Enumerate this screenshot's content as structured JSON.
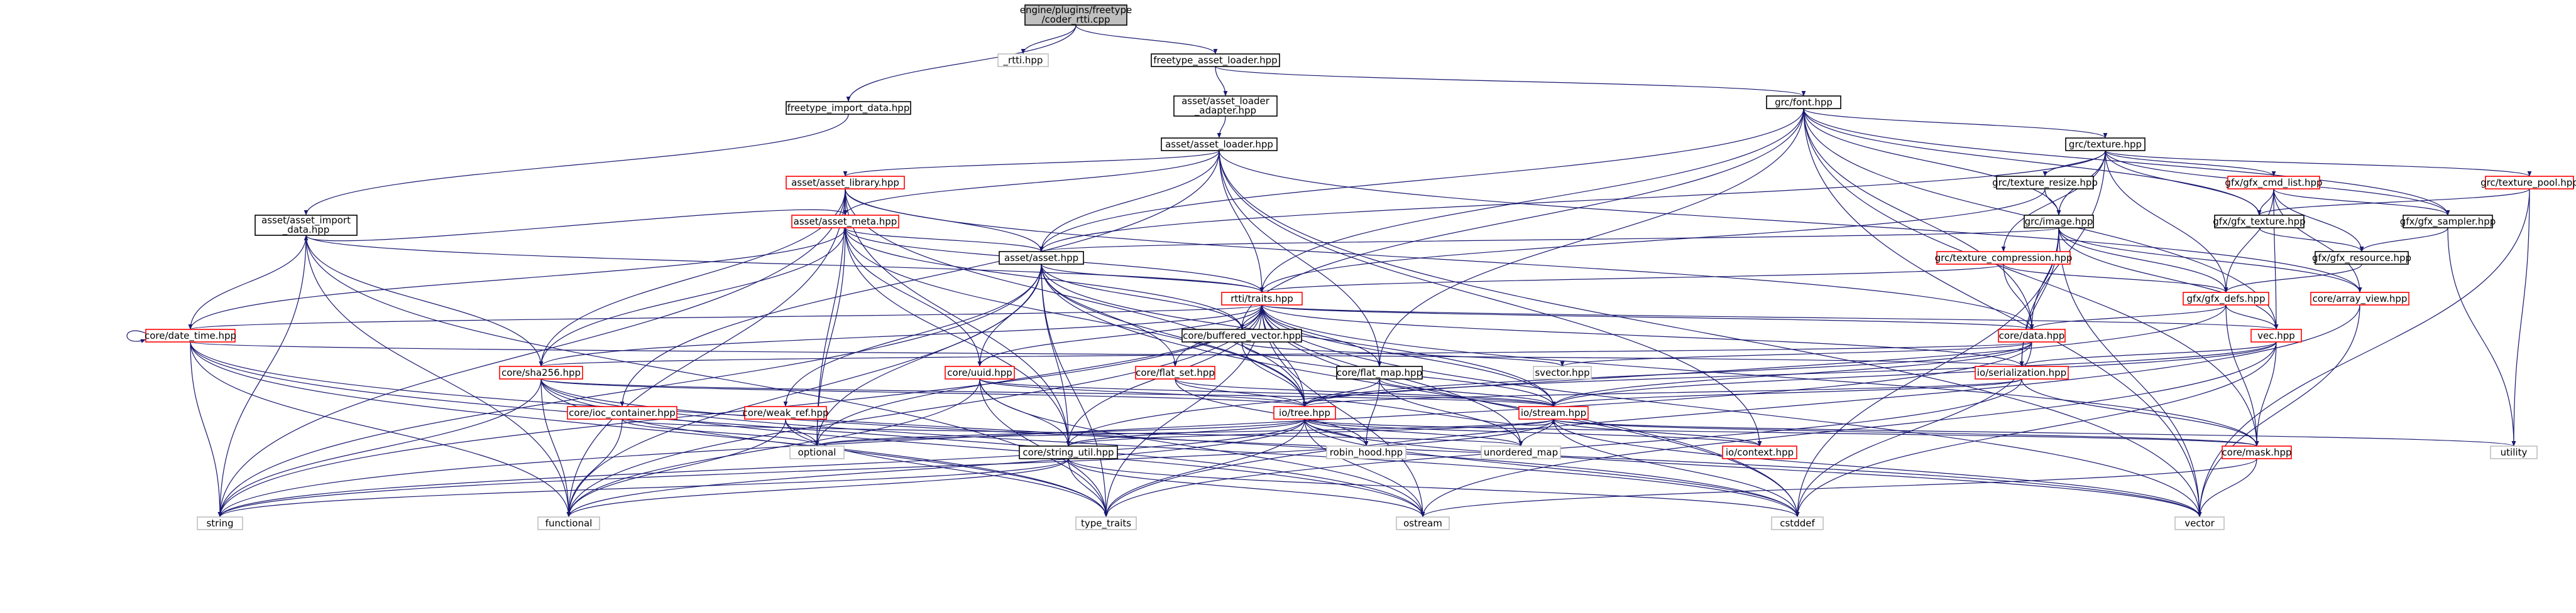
{
  "colors": {
    "edge": "#191970",
    "node_fill": "#ffffff",
    "node_border_black": "#000000",
    "node_border_red": "#ff0000",
    "node_border_gray": "#bfbfbf",
    "root_fill": "#bfbfbf",
    "root_border": "#000000"
  },
  "nodes": [
    {
      "id": "root",
      "label": "engine/plugins/freetype\n/coder_rtti.cpp",
      "style": "root"
    },
    {
      "id": "rtti_hpp",
      "label": "_rtti.hpp",
      "style": "gray"
    },
    {
      "id": "ft_loader",
      "label": "freetype_asset_loader.hpp",
      "style": "black"
    },
    {
      "id": "ft_import",
      "label": "freetype_import_data.hpp",
      "style": "black"
    },
    {
      "id": "aal_adapter",
      "label": "asset/asset_loader\n_adapter.hpp",
      "style": "black"
    },
    {
      "id": "font",
      "label": "grc/font.hpp",
      "style": "black"
    },
    {
      "id": "asset_loader",
      "label": "asset/asset_loader.hpp",
      "style": "black"
    },
    {
      "id": "texture",
      "label": "grc/texture.hpp",
      "style": "black"
    },
    {
      "id": "asset_library",
      "label": "asset/asset_library.hpp",
      "style": "red"
    },
    {
      "id": "texture_resize",
      "label": "grc/texture_resize.hpp",
      "style": "black"
    },
    {
      "id": "gfx_cmd_list",
      "label": "gfx/gfx_cmd_list.hpp",
      "style": "red"
    },
    {
      "id": "texture_pool",
      "label": "grc/texture_pool.hpp",
      "style": "red"
    },
    {
      "id": "asset_meta",
      "label": "asset/asset_meta.hpp",
      "style": "red"
    },
    {
      "id": "image",
      "label": "grc/image.hpp",
      "style": "black"
    },
    {
      "id": "gfx_texture",
      "label": "gfx/gfx_texture.hpp",
      "style": "black"
    },
    {
      "id": "gfx_sampler",
      "label": "gfx/gfx_sampler.hpp",
      "style": "black"
    },
    {
      "id": "asset_import_data",
      "label": "asset/asset_import\n_data.hpp",
      "style": "black"
    },
    {
      "id": "asset_hpp",
      "label": "asset/asset.hpp",
      "style": "black"
    },
    {
      "id": "texture_compression",
      "label": "grc/texture_compression.hpp",
      "style": "red"
    },
    {
      "id": "gfx_resource",
      "label": "gfx/gfx_resource.hpp",
      "style": "black"
    },
    {
      "id": "rtti_traits",
      "label": "rtti/traits.hpp",
      "style": "red"
    },
    {
      "id": "gfx_defs",
      "label": "gfx/gfx_defs.hpp",
      "style": "red"
    },
    {
      "id": "array_view",
      "label": "core/array_view.hpp",
      "style": "red"
    },
    {
      "id": "date_time",
      "label": "core/date_time.hpp",
      "style": "red"
    },
    {
      "id": "buffered_vector",
      "label": "core/buffered_vector.hpp",
      "style": "black"
    },
    {
      "id": "core_data",
      "label": "core/data.hpp",
      "style": "red"
    },
    {
      "id": "vec",
      "label": "vec.hpp",
      "style": "red"
    },
    {
      "id": "svector",
      "label": "svector.hpp",
      "style": "gray"
    },
    {
      "id": "sha256",
      "label": "core/sha256.hpp",
      "style": "red"
    },
    {
      "id": "uuid",
      "label": "core/uuid.hpp",
      "style": "red"
    },
    {
      "id": "flat_map",
      "label": "core/flat_map.hpp",
      "style": "black"
    },
    {
      "id": "serialization",
      "label": "io/serialization.hpp",
      "style": "red"
    },
    {
      "id": "flat_set",
      "label": "core/flat_set.hpp",
      "style": "red"
    },
    {
      "id": "ioc_container",
      "label": "core/ioc_container.hpp",
      "style": "red"
    },
    {
      "id": "weak_ref",
      "label": "core/weak_ref.hpp",
      "style": "red"
    },
    {
      "id": "io_tree",
      "label": "io/tree.hpp",
      "style": "red"
    },
    {
      "id": "io_stream",
      "label": "io/stream.hpp",
      "style": "red"
    },
    {
      "id": "optional",
      "label": "optional",
      "style": "gray"
    },
    {
      "id": "unordered_map",
      "label": "unordered_map",
      "style": "gray"
    },
    {
      "id": "io_context",
      "label": "io/context.hpp",
      "style": "red"
    },
    {
      "id": "core_mask",
      "label": "core/mask.hpp",
      "style": "red"
    },
    {
      "id": "utility",
      "label": "utility",
      "style": "gray"
    },
    {
      "id": "string_util",
      "label": "core/string_util.hpp",
      "style": "black"
    },
    {
      "id": "robin_hood",
      "label": "robin_hood.hpp",
      "style": "gray"
    },
    {
      "id": "string",
      "label": "string",
      "style": "gray"
    },
    {
      "id": "functional",
      "label": "functional",
      "style": "gray"
    },
    {
      "id": "type_traits",
      "label": "type_traits",
      "style": "gray"
    },
    {
      "id": "ostream",
      "label": "ostream",
      "style": "gray"
    },
    {
      "id": "cstddef",
      "label": "cstddef",
      "style": "gray"
    },
    {
      "id": "vector",
      "label": "vector",
      "style": "gray"
    }
  ],
  "edges": [
    [
      "root",
      "rtti_hpp"
    ],
    [
      "root",
      "ft_loader"
    ],
    [
      "root",
      "ft_import"
    ],
    [
      "ft_loader",
      "aal_adapter"
    ],
    [
      "ft_loader",
      "font"
    ],
    [
      "ft_import",
      "asset_import_data"
    ],
    [
      "aal_adapter",
      "asset_loader"
    ],
    [
      "font",
      "texture"
    ],
    [
      "font",
      "asset_hpp"
    ],
    [
      "font",
      "image"
    ],
    [
      "font",
      "gfx_texture"
    ],
    [
      "font",
      "gfx_sampler"
    ],
    [
      "font",
      "core_data"
    ],
    [
      "font",
      "buffered_vector"
    ],
    [
      "font",
      "flat_map"
    ],
    [
      "font",
      "vec"
    ],
    [
      "font",
      "core_mask"
    ],
    [
      "font",
      "vector"
    ],
    [
      "font",
      "rtti_traits"
    ],
    [
      "asset_loader",
      "asset_library"
    ],
    [
      "asset_loader",
      "asset_meta"
    ],
    [
      "asset_loader",
      "asset_hpp"
    ],
    [
      "asset_loader",
      "rtti_traits"
    ],
    [
      "asset_loader",
      "flat_map"
    ],
    [
      "asset_loader",
      "io_context"
    ],
    [
      "asset_loader",
      "array_view"
    ],
    [
      "asset_loader",
      "ioc_container"
    ],
    [
      "asset_loader",
      "vector"
    ],
    [
      "texture",
      "texture_resize"
    ],
    [
      "texture",
      "gfx_cmd_list"
    ],
    [
      "texture",
      "texture_pool"
    ],
    [
      "texture",
      "image"
    ],
    [
      "texture",
      "gfx_texture"
    ],
    [
      "texture",
      "gfx_sampler"
    ],
    [
      "texture",
      "texture_compression"
    ],
    [
      "texture",
      "asset_hpp"
    ],
    [
      "texture",
      "gfx_defs"
    ],
    [
      "texture",
      "serialization"
    ],
    [
      "asset_library",
      "asset_meta"
    ],
    [
      "asset_library",
      "asset_hpp"
    ],
    [
      "asset_library",
      "core_data"
    ],
    [
      "asset_library",
      "string"
    ],
    [
      "asset_library",
      "optional"
    ],
    [
      "asset_library",
      "io_tree"
    ],
    [
      "asset_library",
      "string_util"
    ],
    [
      "asset_library",
      "functional"
    ],
    [
      "asset_library",
      "sha256"
    ],
    [
      "texture_resize",
      "image"
    ],
    [
      "texture_resize",
      "rtti_traits"
    ],
    [
      "gfx_cmd_list",
      "gfx_texture"
    ],
    [
      "gfx_cmd_list",
      "gfx_sampler"
    ],
    [
      "gfx_cmd_list",
      "gfx_resource"
    ],
    [
      "gfx_cmd_list",
      "gfx_defs"
    ],
    [
      "gfx_cmd_list",
      "array_view"
    ],
    [
      "gfx_cmd_list",
      "vec"
    ],
    [
      "texture_pool",
      "gfx_texture"
    ],
    [
      "texture_pool",
      "utility"
    ],
    [
      "texture_pool",
      "vector"
    ],
    [
      "asset_meta",
      "asset_import_data"
    ],
    [
      "asset_meta",
      "asset_hpp"
    ],
    [
      "asset_meta",
      "date_time"
    ],
    [
      "asset_meta",
      "sha256"
    ],
    [
      "asset_meta",
      "uuid"
    ],
    [
      "asset_meta",
      "optional"
    ],
    [
      "asset_meta",
      "rtti_traits"
    ],
    [
      "asset_meta",
      "string_util"
    ],
    [
      "asset_meta",
      "io_tree"
    ],
    [
      "asset_meta",
      "buffered_vector"
    ],
    [
      "image",
      "asset_hpp"
    ],
    [
      "image",
      "core_data"
    ],
    [
      "image",
      "vec"
    ],
    [
      "image",
      "serialization"
    ],
    [
      "image",
      "array_view"
    ],
    [
      "image",
      "gfx_defs"
    ],
    [
      "image",
      "vector"
    ],
    [
      "image",
      "cstddef"
    ],
    [
      "gfx_texture",
      "gfx_resource"
    ],
    [
      "gfx_sampler",
      "gfx_resource"
    ],
    [
      "gfx_sampler",
      "utility"
    ],
    [
      "gfx_resource",
      "gfx_defs"
    ],
    [
      "asset_import_data",
      "date_time"
    ],
    [
      "asset_import_data",
      "sha256"
    ],
    [
      "asset_import_data",
      "rtti_traits"
    ],
    [
      "asset_import_data",
      "string"
    ],
    [
      "asset_import_data",
      "functional"
    ],
    [
      "asset_import_data",
      "type_traits"
    ],
    [
      "asset_hpp",
      "rtti_traits"
    ],
    [
      "asset_hpp",
      "uuid"
    ],
    [
      "asset_hpp",
      "buffered_vector"
    ],
    [
      "asset_hpp",
      "flat_set"
    ],
    [
      "asset_hpp",
      "weak_ref"
    ],
    [
      "asset_hpp",
      "string_util"
    ],
    [
      "asset_hpp",
      "optional"
    ],
    [
      "asset_hpp",
      "io_tree"
    ],
    [
      "asset_hpp",
      "io_stream"
    ],
    [
      "asset_hpp",
      "cstddef"
    ],
    [
      "asset_hpp",
      "string"
    ],
    [
      "asset_hpp",
      "functional"
    ],
    [
      "asset_hpp",
      "type_traits"
    ],
    [
      "texture_compression",
      "core_data"
    ],
    [
      "texture_compression",
      "gfx_defs"
    ],
    [
      "texture_compression",
      "rtti_traits"
    ],
    [
      "rtti_traits",
      "core_data"
    ],
    [
      "rtti_traits",
      "vec"
    ],
    [
      "rtti_traits",
      "sha256"
    ],
    [
      "rtti_traits",
      "uuid"
    ],
    [
      "rtti_traits",
      "flat_map"
    ],
    [
      "rtti_traits",
      "flat_set"
    ],
    [
      "rtti_traits",
      "buffered_vector"
    ],
    [
      "rtti_traits",
      "io_tree"
    ],
    [
      "rtti_traits",
      "io_stream"
    ],
    [
      "rtti_traits",
      "core_mask"
    ],
    [
      "rtti_traits",
      "string"
    ],
    [
      "rtti_traits",
      "optional"
    ],
    [
      "rtti_traits",
      "unordered_map"
    ],
    [
      "rtti_traits",
      "type_traits"
    ],
    [
      "rtti_traits",
      "ostream"
    ],
    [
      "rtti_traits",
      "vector"
    ],
    [
      "rtti_traits",
      "cstddef"
    ],
    [
      "rtti_traits",
      "date_time"
    ],
    [
      "rtti_traits",
      "functional"
    ],
    [
      "rtti_traits",
      "string_util"
    ],
    [
      "rtti_traits",
      "serialization"
    ],
    [
      "gfx_defs",
      "core_data"
    ],
    [
      "gfx_defs",
      "vec"
    ],
    [
      "gfx_defs",
      "core_mask"
    ],
    [
      "gfx_defs",
      "string_util"
    ],
    [
      "array_view",
      "vector"
    ],
    [
      "array_view",
      "type_traits"
    ],
    [
      "date_time",
      "date_time"
    ],
    [
      "date_time",
      "serialization"
    ],
    [
      "date_time",
      "string"
    ],
    [
      "date_time",
      "ostream"
    ],
    [
      "date_time",
      "functional"
    ],
    [
      "date_time",
      "type_traits"
    ],
    [
      "date_time",
      "cstddef"
    ],
    [
      "buffered_vector",
      "svector"
    ],
    [
      "buffered_vector",
      "io_stream"
    ],
    [
      "buffered_vector",
      "io_tree"
    ],
    [
      "core_data",
      "svector"
    ],
    [
      "core_data",
      "io_tree"
    ],
    [
      "core_data",
      "io_stream"
    ],
    [
      "core_data",
      "sha256"
    ],
    [
      "core_data",
      "cstddef"
    ],
    [
      "core_data",
      "string"
    ],
    [
      "vec",
      "serialization"
    ],
    [
      "vec",
      "io_tree"
    ],
    [
      "vec",
      "io_stream"
    ],
    [
      "vec",
      "core_mask"
    ],
    [
      "vec",
      "cstddef"
    ],
    [
      "vec",
      "ostream"
    ],
    [
      "sha256",
      "io_tree"
    ],
    [
      "sha256",
      "io_stream"
    ],
    [
      "sha256",
      "string"
    ],
    [
      "sha256",
      "functional"
    ],
    [
      "sha256",
      "type_traits"
    ],
    [
      "sha256",
      "ostream"
    ],
    [
      "sha256",
      "cstddef"
    ],
    [
      "sha256",
      "vector"
    ],
    [
      "uuid",
      "io_tree"
    ],
    [
      "uuid",
      "io_stream"
    ],
    [
      "uuid",
      "string_util"
    ],
    [
      "uuid",
      "functional"
    ],
    [
      "uuid",
      "ostream"
    ],
    [
      "uuid",
      "type_traits"
    ],
    [
      "flat_map",
      "io_tree"
    ],
    [
      "flat_map",
      "io_stream"
    ],
    [
      "flat_map",
      "robin_hood"
    ],
    [
      "flat_map",
      "unordered_map"
    ],
    [
      "serialization",
      "io_tree"
    ],
    [
      "serialization",
      "io_stream"
    ],
    [
      "serialization",
      "core_mask"
    ],
    [
      "serialization",
      "type_traits"
    ],
    [
      "flat_set",
      "io_tree"
    ],
    [
      "flat_set",
      "io_stream"
    ],
    [
      "flat_set",
      "robin_hood"
    ],
    [
      "ioc_container",
      "optional"
    ],
    [
      "ioc_container",
      "functional"
    ],
    [
      "ioc_container",
      "unordered_map"
    ],
    [
      "weak_ref",
      "optional"
    ],
    [
      "weak_ref",
      "functional"
    ],
    [
      "weak_ref",
      "type_traits"
    ],
    [
      "io_tree",
      "optional"
    ],
    [
      "io_tree",
      "string_util"
    ],
    [
      "io_tree",
      "robin_hood"
    ],
    [
      "io_tree",
      "unordered_map"
    ],
    [
      "io_tree",
      "io_context"
    ],
    [
      "io_tree",
      "core_mask"
    ],
    [
      "io_tree",
      "io_stream"
    ],
    [
      "io_tree",
      "string"
    ],
    [
      "io_tree",
      "functional"
    ],
    [
      "io_tree",
      "type_traits"
    ],
    [
      "io_tree",
      "ostream"
    ],
    [
      "io_tree",
      "cstddef"
    ],
    [
      "io_tree",
      "vector"
    ],
    [
      "io_stream",
      "io_context"
    ],
    [
      "io_stream",
      "core_mask"
    ],
    [
      "io_stream",
      "string_util"
    ],
    [
      "io_stream",
      "unordered_map"
    ],
    [
      "io_stream",
      "optional"
    ],
    [
      "io_stream",
      "utility"
    ],
    [
      "io_stream",
      "vector"
    ],
    [
      "io_stream",
      "cstddef"
    ],
    [
      "io_stream",
      "string"
    ],
    [
      "core_mask",
      "vector"
    ],
    [
      "core_mask",
      "ostream"
    ],
    [
      "string_util",
      "string"
    ],
    [
      "string_util",
      "type_traits"
    ],
    [
      "string_util",
      "ostream"
    ],
    [
      "string_util",
      "cstddef"
    ],
    [
      "string_util",
      "functional"
    ]
  ]
}
